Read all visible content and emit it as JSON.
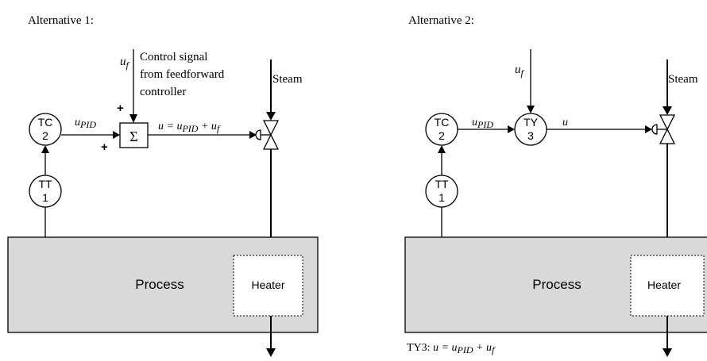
{
  "alt1": {
    "title": "Alternative 1:",
    "tc": {
      "tag": "TC",
      "num": "2"
    },
    "tt": {
      "tag": "TT",
      "num": "1"
    },
    "upid": "u",
    "upid_sub": "PID",
    "uf": "u",
    "uf_sub": "f",
    "plus_top": "+",
    "plus_left": "+",
    "sum_symbol": "Σ",
    "u_eq_lhs": "u = u",
    "u_eq_sub1": "PID",
    "u_eq_plus": " + u",
    "u_eq_sub2": "f",
    "ff_line1": "Control signal",
    "ff_line2": "from feedforward",
    "ff_line3": "controller",
    "steam": "Steam",
    "process": "Process",
    "heater": "Heater"
  },
  "alt2": {
    "title": "Alternative 2:",
    "tc": {
      "tag": "TC",
      "num": "2"
    },
    "tt": {
      "tag": "TT",
      "num": "1"
    },
    "ty": {
      "tag": "TY",
      "num": "3"
    },
    "upid": "u",
    "upid_sub": "PID",
    "uf": "u",
    "uf_sub": "f",
    "u": "u",
    "steam": "Steam",
    "process": "Process",
    "heater": "Heater",
    "note_prefix": "TY3: ",
    "note_eq": "u = u",
    "note_sub1": "PID",
    "note_plus": " + u",
    "note_sub2": "f"
  }
}
